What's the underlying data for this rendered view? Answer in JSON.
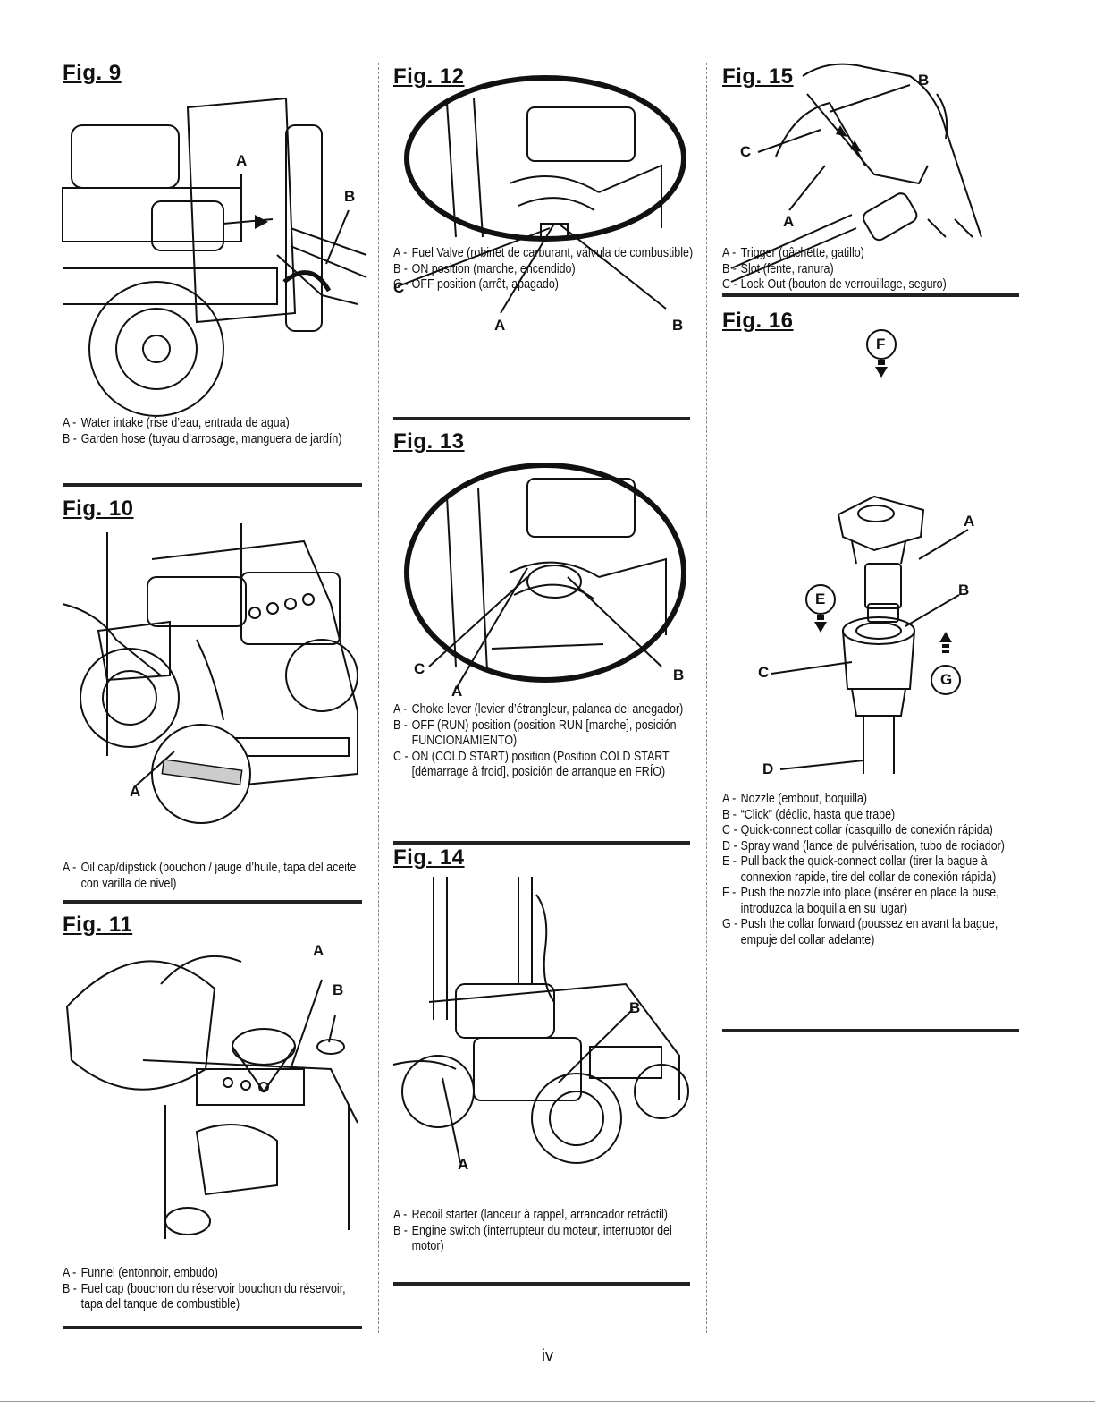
{
  "page_number": "iv",
  "figures": {
    "fig9": {
      "title": "Fig. 9",
      "labels": {
        "a": "A",
        "b": "B"
      },
      "captions": [
        {
          "letter": "A -",
          "text": "Water intake (rise d’eau, entrada de agua)"
        },
        {
          "letter": "B -",
          "text": "Garden hose (tuyau d’arrosage, manguera de jardín)"
        }
      ]
    },
    "fig10": {
      "title": "Fig. 10",
      "labels": {
        "a": "A"
      },
      "captions": [
        {
          "letter": "A -",
          "text": "Oil cap/dipstick (bouchon / jauge d’huile, tapa del aceite con varilla de nivel)"
        }
      ]
    },
    "fig11": {
      "title": "Fig. 11",
      "labels": {
        "a": "A",
        "b": "B"
      },
      "captions": [
        {
          "letter": "A -",
          "text": "Funnel (entonnoir, embudo)"
        },
        {
          "letter": "B -",
          "text": "Fuel cap (bouchon du réservoir bouchon du réservoir, tapa del tanque de combustible)"
        }
      ]
    },
    "fig12": {
      "title": "Fig. 12",
      "labels": {
        "a": "A",
        "b": "B",
        "c": "C"
      },
      "captions": [
        {
          "letter": "A -",
          "text": "Fuel Valve (robinet de carburant, válvula de combustible)"
        },
        {
          "letter": "B -",
          "text": "ON position (marche, encendido)"
        },
        {
          "letter": "C -",
          "text": "OFF position (arrêt, apagado)"
        }
      ]
    },
    "fig13": {
      "title": "Fig. 13",
      "labels": {
        "a": "A",
        "b": "B",
        "c": "C"
      },
      "captions": [
        {
          "letter": "A -",
          "text": "Choke lever (levier d’étrangleur, palanca del anegador)"
        },
        {
          "letter": "B -",
          "text": "OFF (RUN) position (position RUN [marche], posición FUNCIONAMIENTO)"
        },
        {
          "letter": "C -",
          "text": "ON (COLD START) position (Position COLD START [démarrage à froid], posición de arranque en FRÍO)"
        }
      ]
    },
    "fig14": {
      "title": "Fig. 14",
      "labels": {
        "a": "A",
        "b": "B"
      },
      "captions": [
        {
          "letter": "A -",
          "text": "Recoil starter (lanceur à rappel, arrancador retráctil)"
        },
        {
          "letter": "B -",
          "text": "Engine switch (interrupteur du moteur, interruptor del motor)"
        }
      ]
    },
    "fig15": {
      "title": "Fig. 15",
      "labels": {
        "a": "A",
        "b": "B",
        "c": "C"
      },
      "captions": [
        {
          "letter": "A -",
          "text": "Trigger (gâchette, gatillo)"
        },
        {
          "letter": "B -",
          "text": "Slot (fente, ranura)"
        },
        {
          "letter": "C -",
          "text": "Lock Out (bouton de verrouillage, seguro)"
        }
      ]
    },
    "fig16": {
      "title": "Fig. 16",
      "labels": {
        "a": "A",
        "b": "B",
        "c": "C",
        "d": "D",
        "e": "E",
        "f": "F",
        "g": "G"
      },
      "captions": [
        {
          "letter": "A -",
          "text": "Nozzle (embout, boquilla)"
        },
        {
          "letter": "B -",
          "text": "“Click” (déclic, hasta que trabe)"
        },
        {
          "letter": "C -",
          "text": "Quick-connect collar (casquillo de conexión rápida)"
        },
        {
          "letter": "D -",
          "text": "Spray wand (lance de pulvérisation, tubo de rociador)"
        },
        {
          "letter": "E -",
          "text": "Pull back the quick-connect collar (tirer la bague à connexion rapide, tire del collar de conexión rápida)"
        },
        {
          "letter": "F -",
          "text": "Push the nozzle into place (insérer en place la buse, introduzca la boquilla en su lugar)"
        },
        {
          "letter": "G -",
          "text": "Push the collar forward (poussez en avant la bague, empuje del collar adelante)"
        }
      ]
    }
  }
}
